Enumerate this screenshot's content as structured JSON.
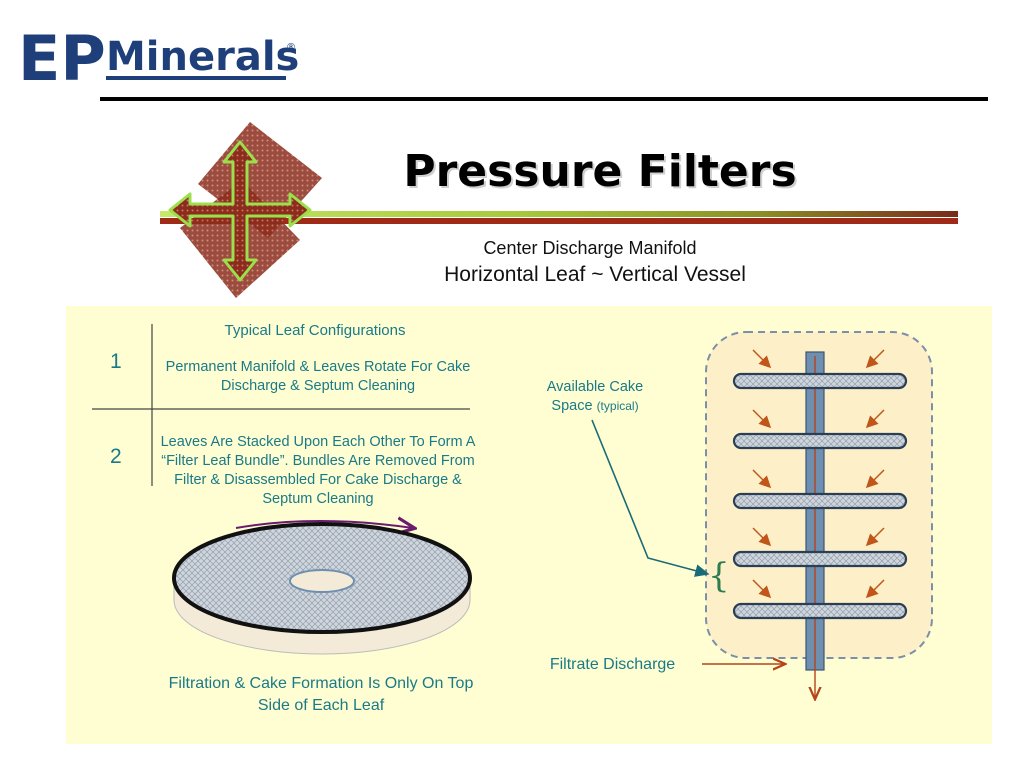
{
  "logo": {
    "mark": "EP",
    "name": "Minerals",
    "registered": "®"
  },
  "slide": {
    "title": "Pressure Filters",
    "subtitle1": "Center Discharge Manifold",
    "subtitle2": "Horizontal Leaf ~ Vertical Vessel"
  },
  "config_table": {
    "header": "Typical Leaf Configurations",
    "rows": [
      {
        "number": "1",
        "text": "Permanent Manifold & Leaves Rotate For Cake Discharge & Septum Cleaning"
      },
      {
        "number": "2",
        "text": "Leaves Are Stacked Upon Each Other To Form A “Filter Leaf Bundle”.  Bundles Are Removed From Filter & Disassembled For Cake Discharge & Septum Cleaning"
      }
    ]
  },
  "labels": {
    "available_cake": "Available Cake",
    "space": "Space",
    "typical": "(typical)",
    "brace": "{",
    "filtrate_discharge": "Filtrate Discharge",
    "caption": "Filtration & Cake Formation Is Only On Top Side of Each Leaf"
  },
  "colors": {
    "teal_text": "#1a7a88",
    "panel_bg": "#fefed2",
    "arrow_orange": "#c0561a",
    "leaf_fill": "#e4e8ec",
    "manifold_blue": "#6f8fb0",
    "deco_red": "#8b2c1c",
    "deco_green": "#a6d84a"
  },
  "icons": [
    "cross-arrows-decoration-icon",
    "leaf-disc-icon",
    "rotation-arrow-icon",
    "vessel-icon"
  ]
}
